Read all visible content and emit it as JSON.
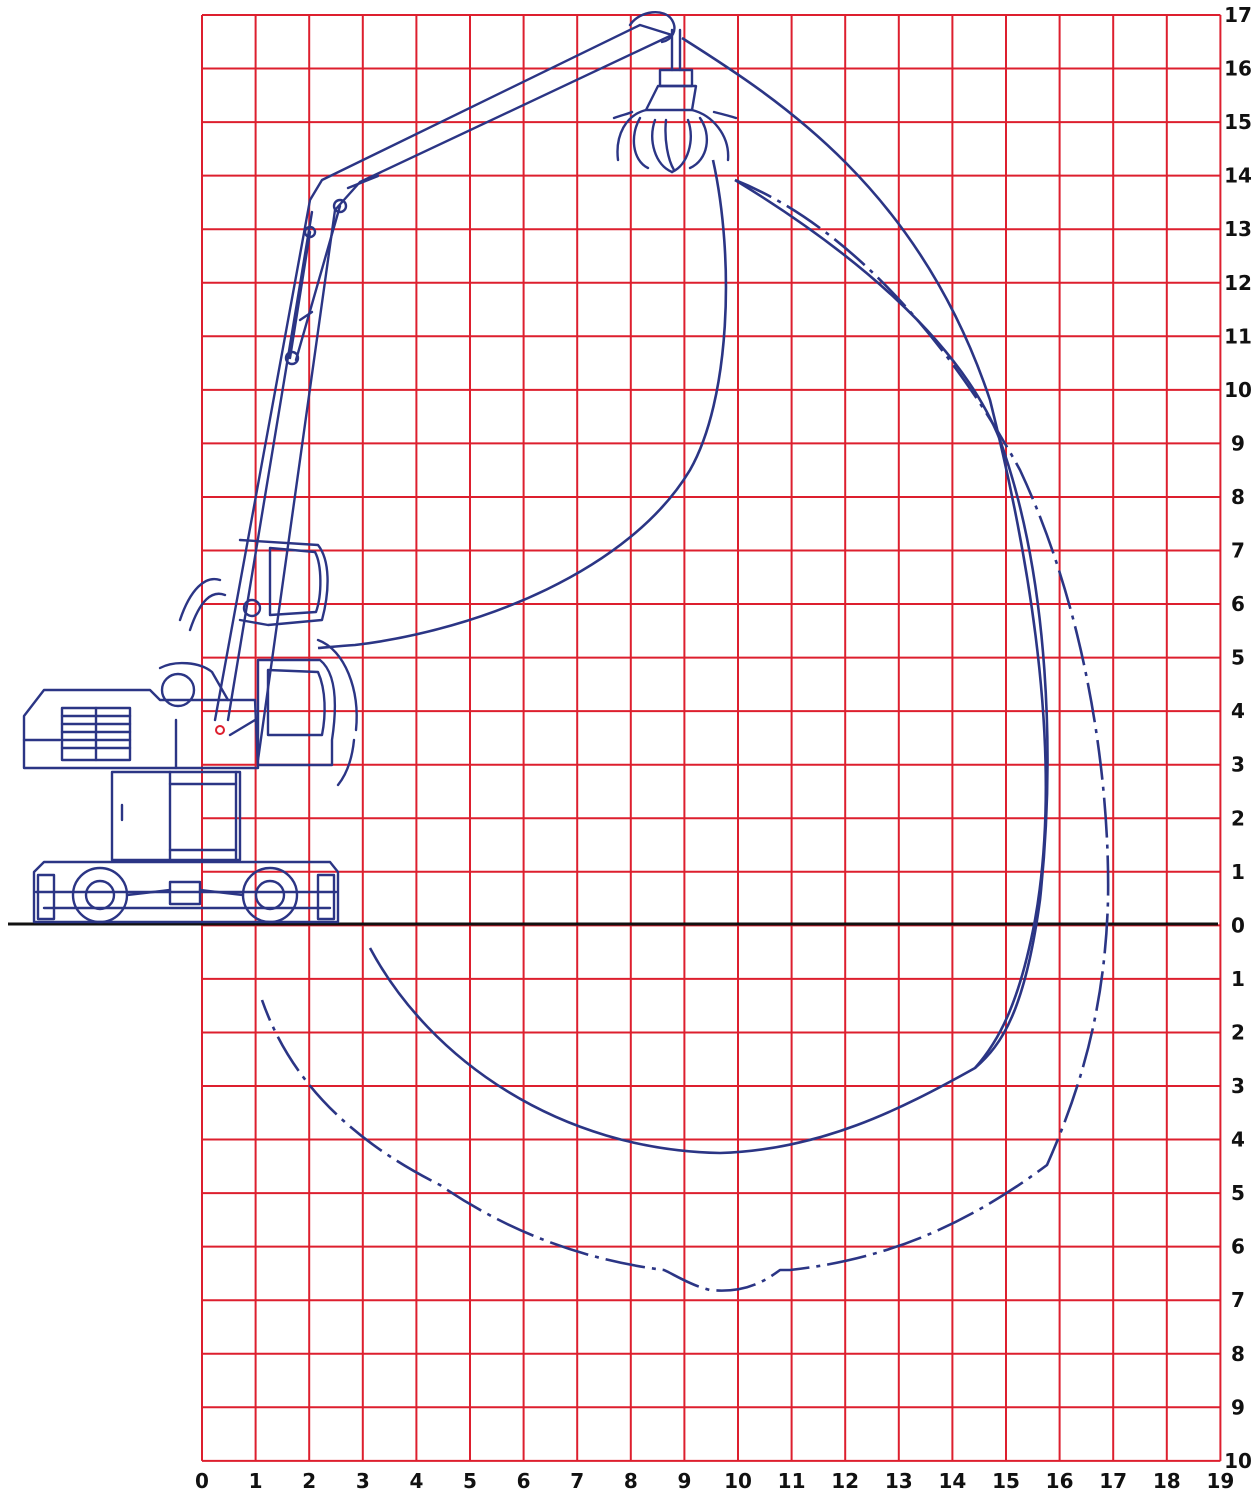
{
  "axes": {
    "x_ticks": [
      "0",
      "1",
      "2",
      "3",
      "4",
      "5",
      "6",
      "7",
      "8",
      "9",
      "10",
      "11",
      "12",
      "13",
      "14",
      "15",
      "16",
      "17",
      "18",
      "19"
    ],
    "y_ticks_above": [
      "17",
      "16",
      "15",
      "14",
      "13",
      "12",
      "11",
      "10",
      "9",
      "8",
      "7",
      "6",
      "5",
      "4",
      "3",
      "2",
      "1"
    ],
    "y_tick_zero": "0",
    "y_ticks_below": [
      "1",
      "2",
      "3",
      "4",
      "5",
      "6",
      "7",
      "8",
      "9",
      "10"
    ]
  },
  "colors": {
    "grid": "#dd1f2e",
    "machine": "#2b3585",
    "envelope": "#2b3585",
    "ground": "#111111",
    "labels": "#111111"
  },
  "machine": {
    "icons": [
      "undercarriage",
      "tower",
      "superstructure",
      "raised-cab",
      "boom",
      "stick",
      "grab"
    ]
  },
  "envelopes": [
    {
      "name": "inner-reach",
      "style": "solid"
    },
    {
      "name": "mid-reach",
      "style": "solid"
    },
    {
      "name": "outer-reach",
      "style": "dash-dot"
    },
    {
      "name": "grab-inner-arc",
      "style": "solid"
    }
  ]
}
